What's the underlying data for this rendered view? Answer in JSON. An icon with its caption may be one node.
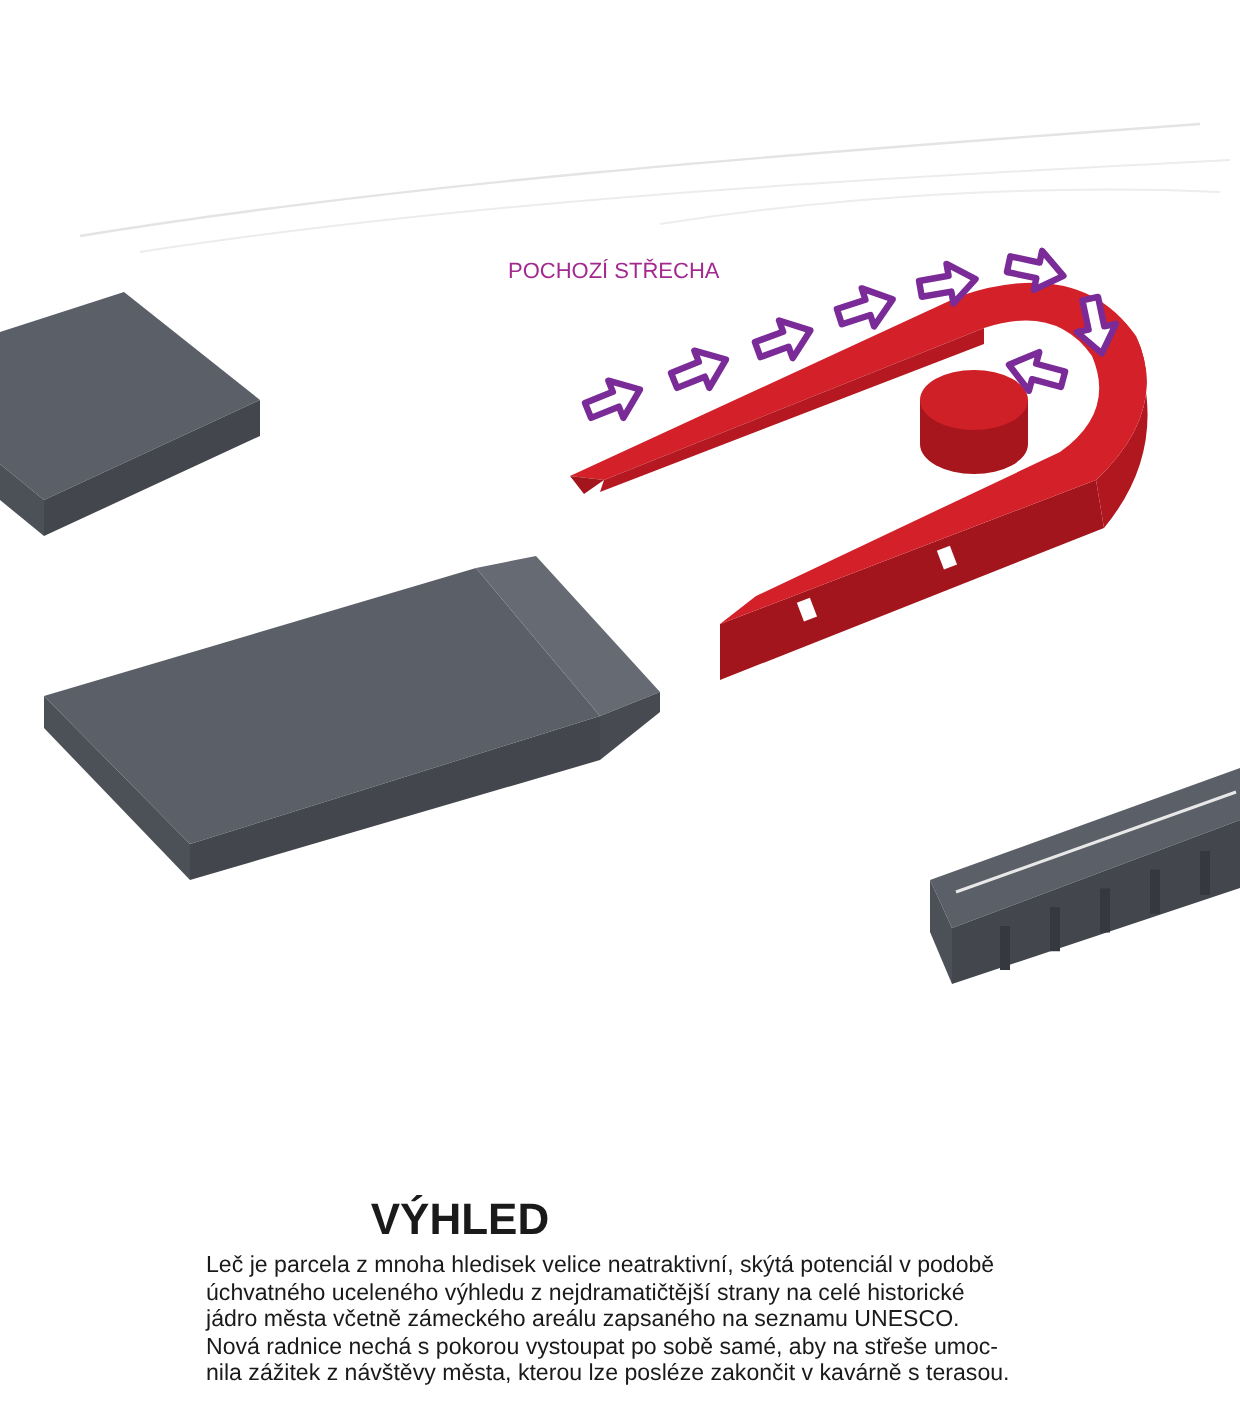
{
  "diagram": {
    "title": "VÝHLED",
    "caption": "Leč je parcela z mnoha hledisek velice neatraktivní, skýtá potenciál v podobě úchvatného uceleného výhledu z nejdramatičtější strany na celé historické jádro města včetně zámeckého areálu zapsaného na seznamu UNESCO. Nová radnice nechá s pokorou vystoupat po sobě samé, aby na střeše umoc-nila zážitek z návštěvy města, kterou lze posléze zakončit v kavárně s terasou.",
    "labels": [
      "POCHOZÍ STŘECHA"
    ]
  }
}
